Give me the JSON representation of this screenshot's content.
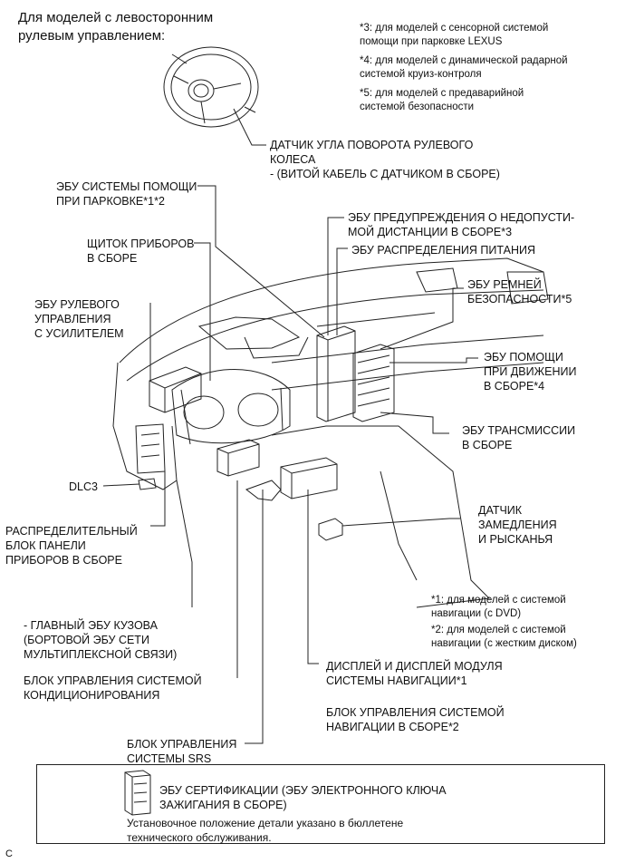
{
  "header": "Для моделей с левосторонним\nрулевым управлением:",
  "notes_top": [
    "*3: для моделей с сенсорной системой\nпомощи при парковке LEXUS",
    "*4: для моделей с динамической радарной\nсистемой круиз-контроля",
    "*5: для моделей с предаварийной\nсистемой безопасности"
  ],
  "labels": {
    "steering_sensor": "ДАТЧИК УГЛА ПОВОРОТА РУЛЕВОГО\nКОЛЕСА\n- (ВИТОЙ КАБЕЛЬ С ДАТЧИКОМ В СБОРЕ)",
    "parking_ecu": "ЭБУ СИСТЕМЫ ПОМОЩИ\nПРИ ПАРКОВКЕ*1*2",
    "distance_warning_ecu": "ЭБУ ПРЕДУПРЕЖДЕНИЯ О НЕДОПУСТИ-\nМОЙ ДИСТАНЦИИ В СБОРЕ*3",
    "power_distribution_ecu": "ЭБУ РАСПРЕДЕЛЕНИЯ ПИТАНИЯ",
    "instrument_cluster": "ЩИТОК ПРИБОРОВ\nВ СБОРЕ",
    "seatbelt_ecu": "ЭБУ РЕМНЕЙ\nБЕЗОПАСНОСТИ*5",
    "power_steering_ecu": "ЭБУ РУЛЕВОГО\nУПРАВЛЕНИЯ\nС УСИЛИТЕЛЕМ",
    "driving_support_ecu": "ЭБУ ПОМОЩИ\nПРИ ДВИЖЕНИИ\nВ СБОРЕ*4",
    "transmission_ecu": "ЭБУ ТРАНСМИССИИ\nВ СБОРЕ",
    "dlc3": "DLC3",
    "yaw_sensor": "ДАТЧИК\nЗАМЕДЛЕНИЯ\nИ РЫСКАНЬЯ",
    "junction_block": "РАСПРЕДЕЛИТЕЛЬНЫЙ\nБЛОК ПАНЕЛИ\nПРИБОРОВ В СБОРЕ",
    "main_body_ecu": "- ГЛАВНЫЙ ЭБУ КУЗОВА\n(БОРТОВОЙ ЭБУ СЕТИ\nМУЛЬТИПЛЕКСНОЙ СВЯЗИ)",
    "ac_control": "БЛОК УПРАВЛЕНИЯ СИСТЕМОЙ\nКОНДИЦИОНИРОВАНИЯ",
    "nav_display": "ДИСПЛЕЙ И ДИСПЛЕЙ МОДУЛЯ\nСИСТЕМЫ НАВИГАЦИИ*1",
    "nav_control": "БЛОК УПРАВЛЕНИЯ СИСТЕМОЙ\nНАВИГАЦИИ В СБОРЕ*2",
    "srs_control": "БЛОК УПРАВЛЕНИЯ\nСИСТЕМЫ SRS"
  },
  "notes_bottom": [
    "*1: для моделей с системой\nнавигации (с DVD)",
    "*2: для моделей с системой\nнавигации (с жестким диском)"
  ],
  "box": {
    "title": "ЭБУ СЕРТИФИКАЦИИ (ЭБУ ЭЛЕКТРОННОГО КЛЮЧА\nЗАЖИГАНИЯ В СБОРЕ)",
    "text": "Установочное положение детали указано в бюллетене\nтехнического обслуживания."
  },
  "footer_mark": "C"
}
